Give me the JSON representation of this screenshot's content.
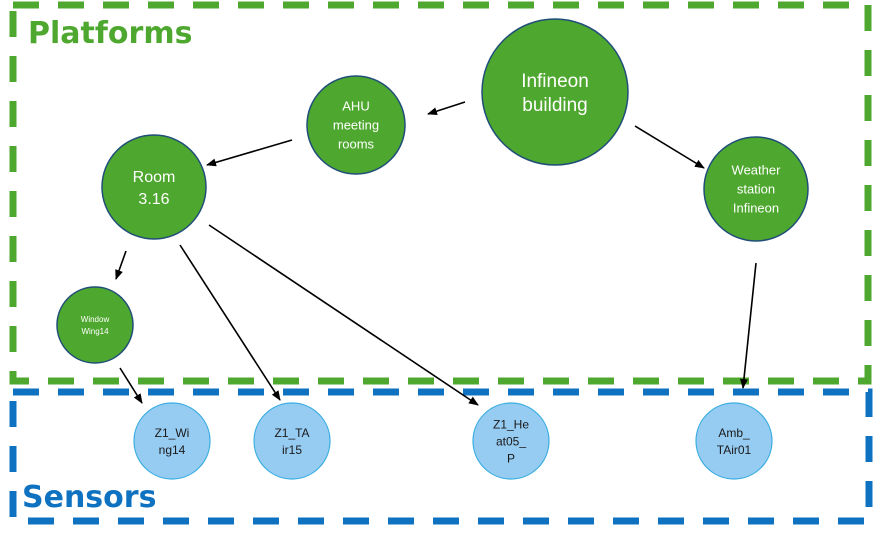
{
  "groups": {
    "platforms": {
      "label": "Platforms",
      "color": "#4EA72E"
    },
    "sensors": {
      "label": "Sensors",
      "color": "#0F72C0"
    }
  },
  "colors": {
    "platform_fill": "#4EA72E",
    "platform_stroke": "#1F4E79",
    "platform_text": "#FFFFFF",
    "sensor_fill": "#96CBF2",
    "sensor_stroke": "#3AAEE0",
    "sensor_text": "#1A1A1A",
    "edge": "#000000"
  },
  "nodes": [
    {
      "id": "infineon_building",
      "group": "platforms",
      "lines": [
        "Infineon",
        "building"
      ]
    },
    {
      "id": "ahu_meeting_rooms",
      "group": "platforms",
      "lines": [
        "AHU",
        "meeting",
        "rooms"
      ]
    },
    {
      "id": "room_3_16",
      "group": "platforms",
      "lines": [
        "Room",
        "3.16"
      ]
    },
    {
      "id": "weather_station_infineon",
      "group": "platforms",
      "lines": [
        "Weather",
        "station",
        "Infineon"
      ]
    },
    {
      "id": "window_wing14",
      "group": "platforms",
      "lines": [
        "Window",
        "Wing14"
      ]
    },
    {
      "id": "z1_wing14",
      "group": "sensors",
      "lines": [
        "Z1_Wi",
        "ng14"
      ]
    },
    {
      "id": "z1_tair15",
      "group": "sensors",
      "lines": [
        "Z1_TA",
        "ir15"
      ]
    },
    {
      "id": "z1_heat05_p",
      "group": "sensors",
      "lines": [
        "Z1_He",
        "at05_",
        "P"
      ]
    },
    {
      "id": "amb_tair01",
      "group": "sensors",
      "lines": [
        "Amb_",
        "TAir01"
      ]
    }
  ],
  "edges": [
    {
      "from": "infineon_building",
      "to": "ahu_meeting_rooms"
    },
    {
      "from": "infineon_building",
      "to": "weather_station_infineon"
    },
    {
      "from": "ahu_meeting_rooms",
      "to": "room_3_16"
    },
    {
      "from": "room_3_16",
      "to": "window_wing14"
    },
    {
      "from": "room_3_16",
      "to": "z1_tair15"
    },
    {
      "from": "room_3_16",
      "to": "z1_heat05_p"
    },
    {
      "from": "window_wing14",
      "to": "z1_wing14"
    },
    {
      "from": "weather_station_infineon",
      "to": "amb_tair01"
    }
  ]
}
